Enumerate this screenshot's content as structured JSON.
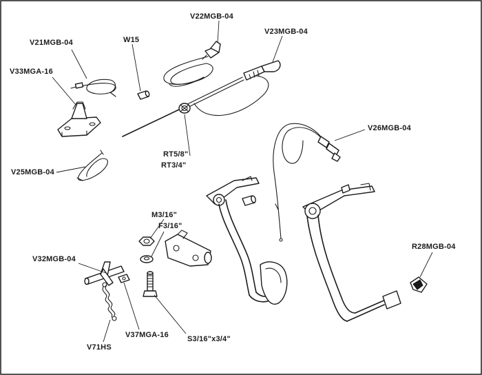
{
  "labels": {
    "w15": "W15",
    "v21": "V21MGB-04",
    "v22": "V22MGB-04",
    "v23": "V23MGB-04",
    "v33": "V33MGA-16",
    "v25": "V25MGB-04",
    "rt58": "RT5/8\"",
    "rt34": "RT3/4\"",
    "v26": "V26MGB-04",
    "m316": "M3/16\"",
    "f316": "F3/16\"",
    "v32": "V32MGB-04",
    "r28": "R28MGB-04",
    "v37": "V37MGA-16",
    "s316": "S3/16\"x3/4\"",
    "v71": "V71HS"
  }
}
